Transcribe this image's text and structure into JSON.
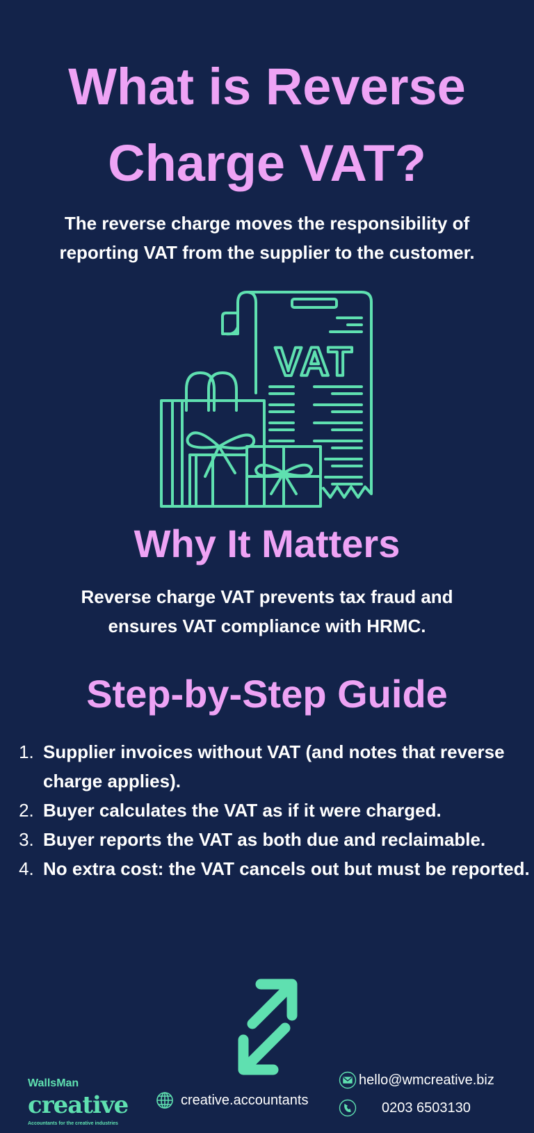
{
  "title": {
    "line1": "What is Reverse",
    "line2": "Charge VAT?"
  },
  "subtitle": {
    "line1": "The reverse charge moves the responsibility of",
    "line2": "reporting VAT from the supplier to the customer."
  },
  "illustration": {
    "label": "VAT",
    "icon": "vat-receipt-gifts-icon"
  },
  "why": {
    "heading": "Why It Matters",
    "line1": "Reverse charge VAT prevents tax fraud and",
    "line2": "ensures VAT compliance with HRMC."
  },
  "guide": {
    "heading": "Step-by-Step Guide",
    "steps": [
      "Supplier invoices without VAT (and notes that reverse charge applies).",
      "Buyer calculates the VAT as if it were charged.",
      "Buyer reports the VAT as both due and reclaimable.",
      "No extra cost: the VAT cancels out but must be reported."
    ]
  },
  "arrows_icon": "exchange-arrows-icon",
  "footer": {
    "logo": {
      "top": "WallsMan",
      "main": "creative",
      "tagline": "Accountants for the creative industries"
    },
    "website": "creative.accountants",
    "email": "hello@wmcreative.biz",
    "phone": "0203 6503130"
  },
  "colors": {
    "background": "#13234a",
    "heading": "#eea3f5",
    "accent": "#5fe0b0",
    "text": "#ffffff"
  }
}
